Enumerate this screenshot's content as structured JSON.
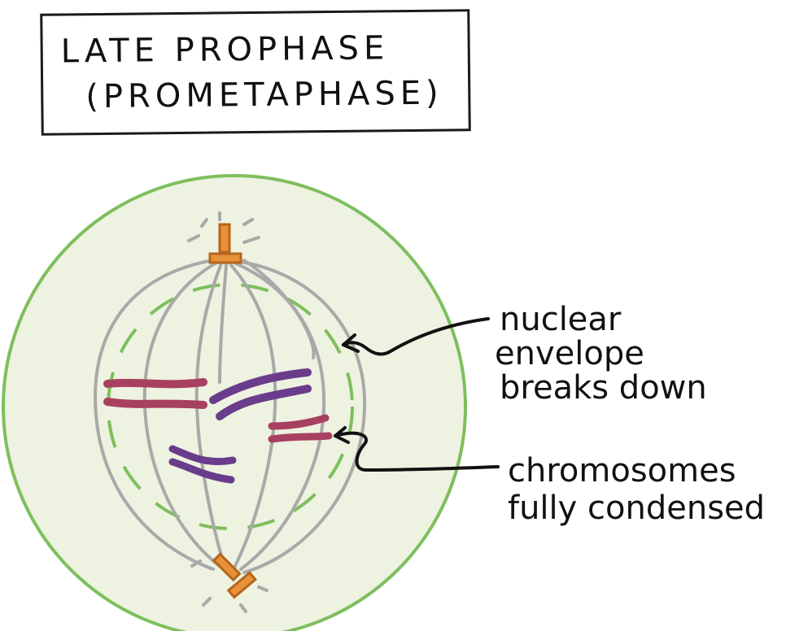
{
  "title": {
    "line1": "LATE PROPHASE",
    "line2": "(PROMETAPHASE)"
  },
  "annotations": {
    "nuclear_envelope": [
      "nuclear",
      "envelope",
      "breaks down"
    ],
    "chromosomes": [
      "chromosomes",
      "fully condensed"
    ]
  },
  "colors": {
    "cell_fill": "#eef2e0",
    "cell_border": "#7dbf5e",
    "nuclear_envelope": "#7dbf5e",
    "spindle": "#a9a9a9",
    "centrosome": "#e8913a",
    "chromosome_red": "#a84060",
    "chromosome_purple": "#6a3c8c",
    "ink": "#111111"
  }
}
